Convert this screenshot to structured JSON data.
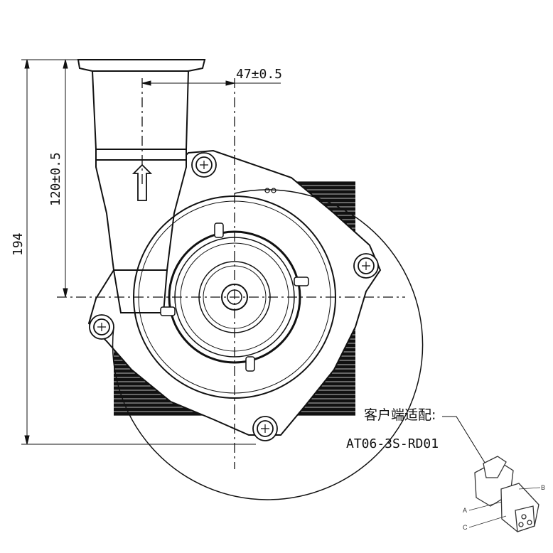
{
  "dimensions": {
    "total_height": "194",
    "outlet_height": "120±0.5",
    "outlet_offset": "47±0.5"
  },
  "connector_note": {
    "label": "客户端适配:",
    "part_number": "AT06-3S-RD01"
  },
  "connector_pins": {
    "a": "A",
    "b": "B",
    "c": "C"
  }
}
